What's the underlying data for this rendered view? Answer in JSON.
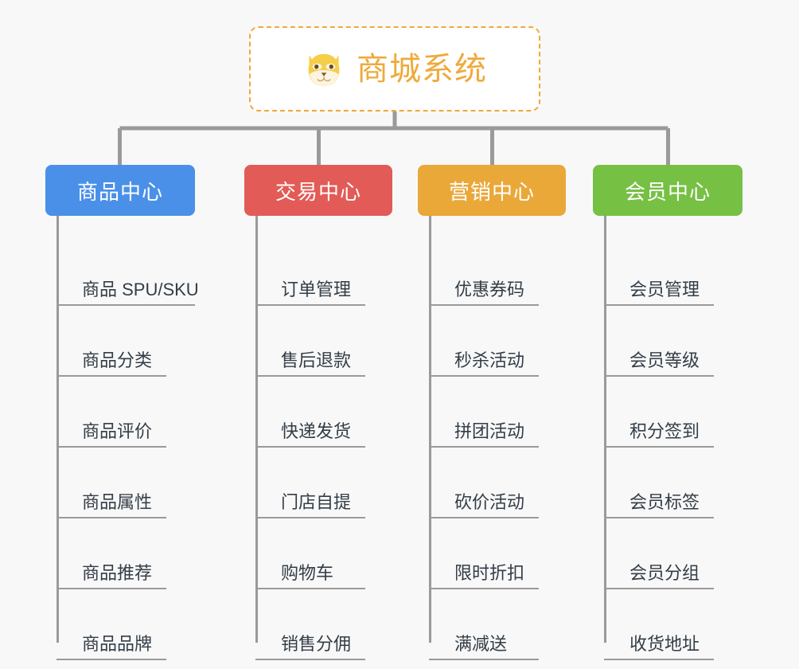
{
  "background_color": "#f8f8f8",
  "root": {
    "icon": "shiba-inu-emoji",
    "title": "商城系统",
    "border_color": "#f0a83a",
    "text_color": "#eeaa3c"
  },
  "connector_color": "#9a9a9a",
  "columns": [
    {
      "id": "product-center",
      "header": "商品中心",
      "color": "#4a90e8",
      "items": [
        "商品 SPU/SKU",
        "商品分类",
        "商品评价",
        "商品属性",
        "商品推荐",
        "商品品牌"
      ]
    },
    {
      "id": "trade-center",
      "header": "交易中心",
      "color": "#e25b56",
      "items": [
        "订单管理",
        "售后退款",
        "快递发货",
        "门店自提",
        "购物车",
        "销售分佣"
      ]
    },
    {
      "id": "marketing-center",
      "header": "营销中心",
      "color": "#eaa839",
      "items": [
        "优惠券码",
        "秒杀活动",
        "拼团活动",
        "砍价活动",
        "限时折扣",
        "满减送"
      ]
    },
    {
      "id": "member-center",
      "header": "会员中心",
      "color": "#76c044",
      "items": [
        "会员管理",
        "会员等级",
        "积分签到",
        "会员标签",
        "会员分组",
        "收货地址"
      ]
    }
  ]
}
